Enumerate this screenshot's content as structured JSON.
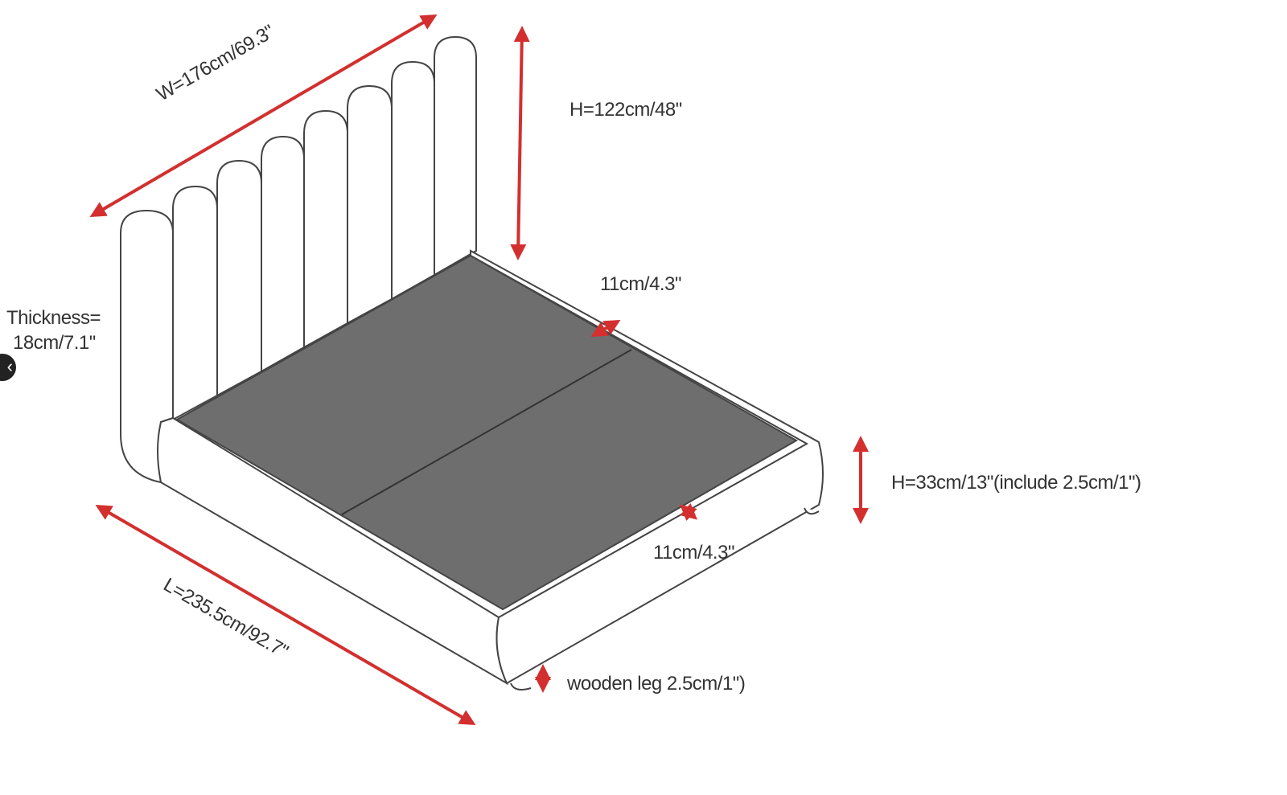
{
  "labels": {
    "width": "W=176cm/69.3\"",
    "headboard_height": "H=122cm/48\"",
    "thickness_line1": "Thickness=",
    "thickness_line2": "18cm/7.1\"",
    "rail_width_top": "11cm/4.3\"",
    "rail_width_bottom": "11cm/4.3\"",
    "frame_height": "H=33cm/13\"(include 2.5cm/1\")",
    "length": "L=235.5cm/92.7\"",
    "leg": "wooden leg 2.5cm/1\")"
  },
  "nav": {
    "prev_icon": "‹"
  },
  "colors": {
    "arrow": "#d32f2f",
    "slats": "#6e6e6e",
    "outline": "#444444"
  }
}
